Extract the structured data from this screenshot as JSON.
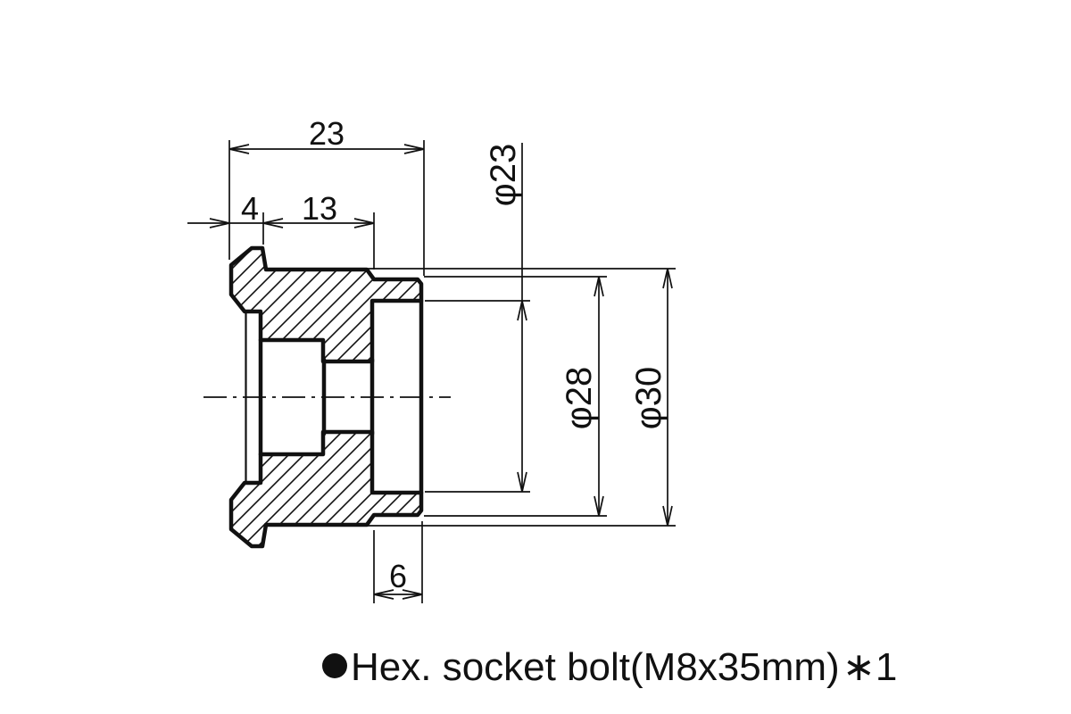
{
  "dimensions": {
    "overall_length": "23",
    "flange_length": "4",
    "body_length": "13",
    "boss_length": "6",
    "recess_diameter": "φ23",
    "step_diameter": "φ28",
    "body_diameter": "φ30"
  },
  "note": {
    "bullet_icon": "●",
    "label": "Hex. socket bolt(M8x35mm)",
    "quantity": "∗1"
  },
  "colors": {
    "line": "#111111",
    "background": "#ffffff"
  }
}
